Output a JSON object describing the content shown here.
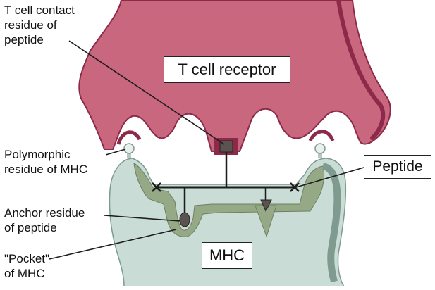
{
  "labels": {
    "tcr_contact": [
      "T cell contact",
      "residue of",
      "peptide"
    ],
    "polymorphic": [
      "Polymorphic",
      "residue of MHC"
    ],
    "anchor": [
      "Anchor residue",
      "of peptide"
    ],
    "pocket": [
      "\"Pocket\"",
      "of MHC"
    ],
    "tcell_receptor": "T cell receptor",
    "peptide": "Peptide",
    "mhc": "MHC"
  },
  "colors": {
    "tcr_fill": "#c9677f",
    "tcr_edge": "#8e2a49",
    "mhc_fill": "#c9ddd6",
    "mhc_edge": "#7f9a8e",
    "groove_fill": "#96a987",
    "residue_dark": "#5b5350",
    "line": "#1d1d1d"
  }
}
